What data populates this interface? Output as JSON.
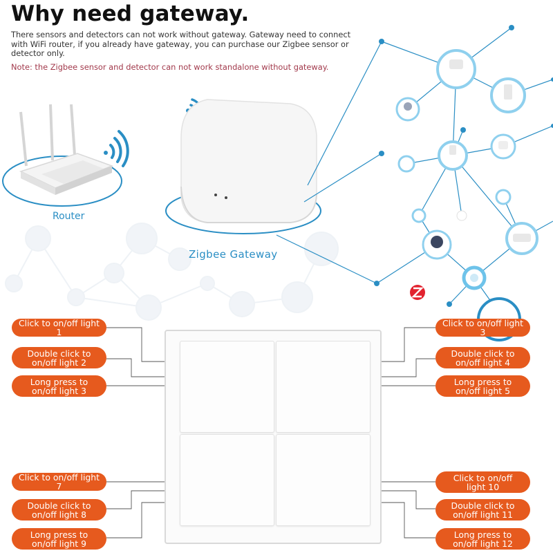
{
  "title": "Why need gateway.",
  "description": "There sensors and detectors can not work without gateway. Gateway need to connect with WiFi router, if you already have gateway, you can purchase our Zigbee sensor or detector only.",
  "note": "Note: the Zigbee sensor and detector can not work standalone without gateway.",
  "router_label": "Router",
  "gateway_label": "Zigbee Gateway",
  "colors": {
    "accent_blue": "#2a8ec4",
    "callout_orange": "#e65a1e",
    "note_red": "#a23a4c"
  },
  "callouts_left": [
    {
      "line1": "Click to on/off light 1",
      "line2": ""
    },
    {
      "line1": "Double click to",
      "line2": "on/off light 2"
    },
    {
      "line1": "Long press to",
      "line2": "on/off light 3"
    },
    {
      "line1": "Click to on/off light 7",
      "line2": ""
    },
    {
      "line1": "Double click to",
      "line2": "on/off light 8"
    },
    {
      "line1": "Long press to",
      "line2": "on/off light 9"
    }
  ],
  "callouts_right": [
    {
      "line1": "Click to on/off light 3",
      "line2": ""
    },
    {
      "line1": "Double click to",
      "line2": "on/off light 4"
    },
    {
      "line1": "Long press to",
      "line2": "on/off light 5"
    },
    {
      "line1": "Click to on/off",
      "line2": "light 10"
    },
    {
      "line1": "Double click to",
      "line2": "on/off light 11"
    },
    {
      "line1": "Long press to",
      "line2": "on/off light 12"
    }
  ],
  "icons": {
    "router": "wifi-router-icon",
    "gateway": "zigbee-gateway-icon",
    "wifi": "wifi-signal-icon",
    "zigbee_logo": "zigbee-logo-icon"
  }
}
